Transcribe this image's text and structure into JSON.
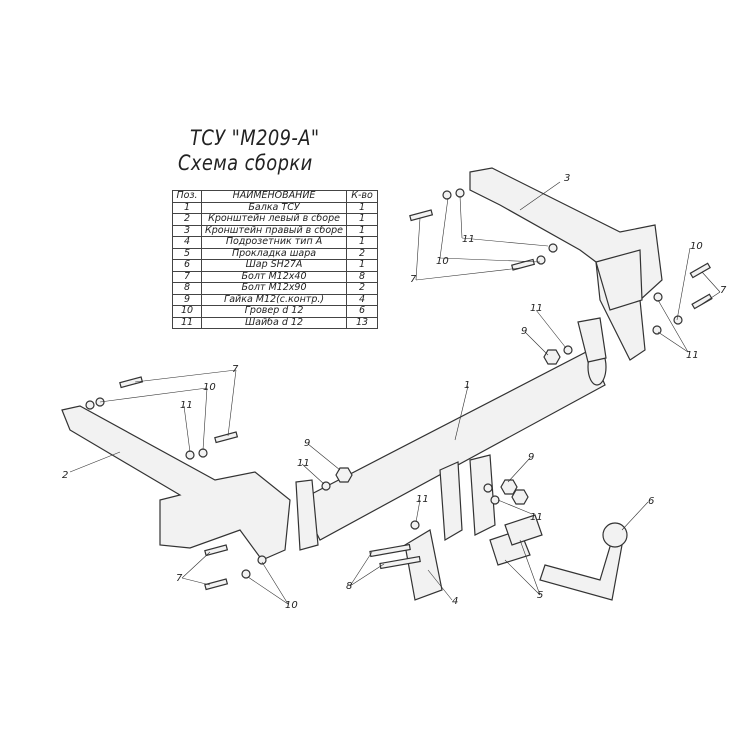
{
  "title": {
    "line1": "ТСУ \"М209-А\"",
    "line2": "Схема сборки"
  },
  "table": {
    "headers": [
      "Поз.",
      "НАИМЕНОВАНИЕ",
      "К-во"
    ],
    "rows": [
      [
        "1",
        "Балка ТСУ",
        "1"
      ],
      [
        "2",
        "Кронштейн левый в сборе",
        "1"
      ],
      [
        "3",
        "Кронштейн правый в сборе",
        "1"
      ],
      [
        "4",
        "Подрозетник тип А",
        "1"
      ],
      [
        "5",
        "Прокладка шара",
        "2"
      ],
      [
        "6",
        "Шар SH27A",
        "1"
      ],
      [
        "7",
        "Болт М12х40",
        "8"
      ],
      [
        "8",
        "Болт М12х90",
        "2"
      ],
      [
        "9",
        "Гайка М12(с.контр.)",
        "4"
      ],
      [
        "10",
        "Гровер d 12",
        "6"
      ],
      [
        "11",
        "Шайба d 12",
        "13"
      ]
    ]
  },
  "callouts": [
    "3",
    "11",
    "10",
    "7",
    "10",
    "7",
    "11",
    "11",
    "9",
    "1",
    "7",
    "10",
    "11",
    "2",
    "9",
    "11",
    "9",
    "11",
    "11",
    "6",
    "7",
    "10",
    "8",
    "4",
    "5"
  ],
  "colors": {
    "line": "#333333",
    "part_fill": "#f2f2f2"
  }
}
